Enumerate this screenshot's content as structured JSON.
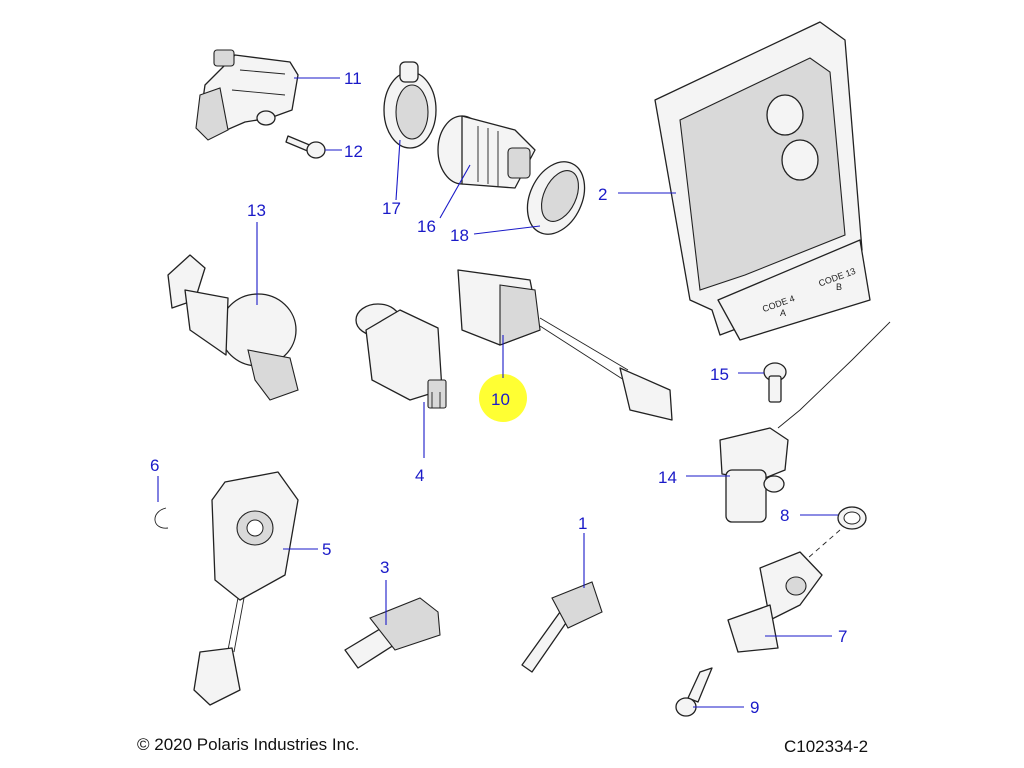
{
  "callouts": {
    "c1": "1",
    "c2": "2",
    "c3": "3",
    "c4": "4",
    "c5": "5",
    "c6": "6",
    "c7": "7",
    "c8": "8",
    "c9": "9",
    "c10": "10",
    "c11": "11",
    "c12": "12",
    "c13": "13",
    "c14": "14",
    "c15": "15",
    "c16": "16",
    "c17": "17",
    "c18": "18"
  },
  "ecu_labels": {
    "code4": "CODE 4",
    "code4_sub": "A",
    "code13": "CODE 13",
    "code13_sub": "B"
  },
  "footer": {
    "copyright": "© 2020 Polaris Industries Inc.",
    "figure_code": "C102334-2"
  },
  "highlight_color": "#ffff33",
  "callout_color": "#1a1ac8"
}
